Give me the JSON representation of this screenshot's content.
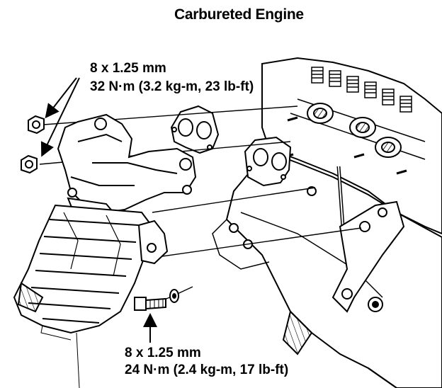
{
  "title": "Carbureted Engine",
  "upper_fastener": {
    "size": "8 x 1.25 mm",
    "torque": "32 N·m (3.2 kg-m, 23 lb-ft)"
  },
  "lower_fastener": {
    "size": "8 x 1.25 mm",
    "torque": "24 N·m (2.4 kg-m, 17 lb-ft)"
  },
  "colors": {
    "ink": "#000000",
    "paper": "#ffffff"
  }
}
